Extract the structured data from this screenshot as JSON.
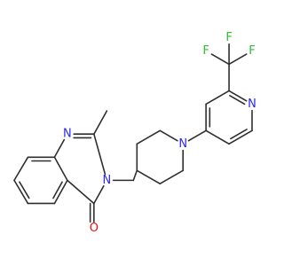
{
  "diagram": {
    "kind": "molecule-structure",
    "atoms": [
      {
        "id": "me",
        "label": "",
        "role": "methyl-carbon"
      },
      {
        "id": "c2",
        "label": "",
        "role": "carbon"
      },
      {
        "id": "n1",
        "label": "N",
        "role": "quinazoline-n1"
      },
      {
        "id": "c8a",
        "label": "",
        "role": "carbon"
      },
      {
        "id": "c8",
        "label": "",
        "role": "carbon"
      },
      {
        "id": "c7",
        "label": "",
        "role": "carbon"
      },
      {
        "id": "c6",
        "label": "",
        "role": "carbon"
      },
      {
        "id": "c5",
        "label": "",
        "role": "carbon"
      },
      {
        "id": "c4a",
        "label": "",
        "role": "carbon"
      },
      {
        "id": "c4",
        "label": "",
        "role": "carbonyl-carbon"
      },
      {
        "id": "o",
        "label": "O",
        "role": "carbonyl-oxygen"
      },
      {
        "id": "n3",
        "label": "N",
        "role": "quinazoline-n3"
      },
      {
        "id": "ch2",
        "label": "",
        "role": "methylene"
      },
      {
        "id": "p4",
        "label": "",
        "role": "carbon"
      },
      {
        "id": "p3a",
        "label": "",
        "role": "carbon"
      },
      {
        "id": "p2a",
        "label": "",
        "role": "carbon"
      },
      {
        "id": "pn",
        "label": "N",
        "role": "piperidine-n"
      },
      {
        "id": "p2b",
        "label": "",
        "role": "carbon"
      },
      {
        "id": "p3b",
        "label": "",
        "role": "carbon"
      },
      {
        "id": "y4",
        "label": "",
        "role": "carbon"
      },
      {
        "id": "y3",
        "label": "",
        "role": "carbon"
      },
      {
        "id": "y2",
        "label": "",
        "role": "carbon"
      },
      {
        "id": "yn",
        "label": "N",
        "role": "pyridine-n"
      },
      {
        "id": "y6",
        "label": "",
        "role": "carbon"
      },
      {
        "id": "y5",
        "label": "",
        "role": "carbon"
      },
      {
        "id": "cf3",
        "label": "",
        "role": "carbon"
      },
      {
        "id": "fa",
        "label": "F",
        "role": "fluorine"
      },
      {
        "id": "fb",
        "label": "F",
        "role": "fluorine"
      },
      {
        "id": "fc",
        "label": "F",
        "role": "fluorine"
      }
    ],
    "bonds": [
      {
        "a": "me",
        "b": "c2",
        "order": 1
      },
      {
        "a": "c2",
        "b": "n1",
        "order": 2
      },
      {
        "a": "n1",
        "b": "c8a",
        "order": 1
      },
      {
        "a": "c8a",
        "b": "c8",
        "order": 2
      },
      {
        "a": "c8",
        "b": "c7",
        "order": 1
      },
      {
        "a": "c7",
        "b": "c6",
        "order": 2
      },
      {
        "a": "c6",
        "b": "c5",
        "order": 1
      },
      {
        "a": "c5",
        "b": "c4a",
        "order": 2
      },
      {
        "a": "c4a",
        "b": "c8a",
        "order": 1
      },
      {
        "a": "c4a",
        "b": "c4",
        "order": 1
      },
      {
        "a": "c4",
        "b": "o",
        "order": 2
      },
      {
        "a": "c4",
        "b": "n3",
        "order": 1
      },
      {
        "a": "n3",
        "b": "c2",
        "order": 1
      },
      {
        "a": "n3",
        "b": "ch2",
        "order": 1
      },
      {
        "a": "ch2",
        "b": "p4",
        "order": 1
      },
      {
        "a": "p4",
        "b": "p3a",
        "order": 1
      },
      {
        "a": "p3a",
        "b": "p2a",
        "order": 1
      },
      {
        "a": "p2a",
        "b": "pn",
        "order": 1
      },
      {
        "a": "pn",
        "b": "p2b",
        "order": 1
      },
      {
        "a": "p2b",
        "b": "p3b",
        "order": 1
      },
      {
        "a": "p3b",
        "b": "p4",
        "order": 1
      },
      {
        "a": "pn",
        "b": "y4",
        "order": 1
      },
      {
        "a": "y4",
        "b": "y3",
        "order": 2
      },
      {
        "a": "y3",
        "b": "y2",
        "order": 1
      },
      {
        "a": "y2",
        "b": "yn",
        "order": 2
      },
      {
        "a": "yn",
        "b": "y6",
        "order": 1
      },
      {
        "a": "y6",
        "b": "y5",
        "order": 2
      },
      {
        "a": "y5",
        "b": "y4",
        "order": 1
      },
      {
        "a": "y2",
        "b": "cf3",
        "order": 1
      },
      {
        "a": "cf3",
        "b": "fa",
        "order": 1
      },
      {
        "a": "cf3",
        "b": "fb",
        "order": 1
      },
      {
        "a": "cf3",
        "b": "fc",
        "order": 1
      }
    ]
  },
  "colors": {
    "bond": "#2f2f2f",
    "nitrogen": "#2a2af0",
    "oxygen": "#e3120b",
    "fluorine": "#2fbf2f"
  }
}
